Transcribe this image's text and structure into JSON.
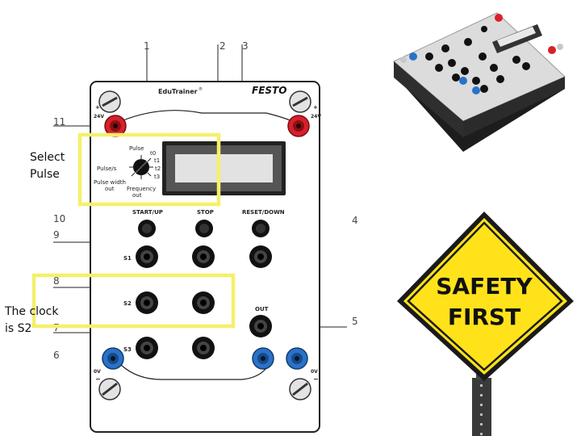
{
  "panel": {
    "brand": "EduTrainer",
    "brand_mark": "®",
    "maker": "FESTO",
    "voltage_top": "24V",
    "voltage_bottom": "0V",
    "plus": "+",
    "minus": "−",
    "selector": {
      "pulse": "Pulse",
      "pulse_per_s": "Pulse/s",
      "pulse_width_out_1": "Pulse width",
      "pulse_width_out_2": "out",
      "frequency_out_1": "Frequency",
      "frequency_out_2": "out",
      "t0": "t0",
      "t1": "t1",
      "t2": "t2",
      "t3": "t3"
    },
    "buttons": {
      "start": "START/UP",
      "stop": "STOP",
      "reset": "RESET/DOWN"
    },
    "sockets": {
      "s1": "S1",
      "s2": "S2",
      "s3": "S3",
      "out": "OUT"
    }
  },
  "callouts": {
    "n1": "1",
    "n2": "2",
    "n3": "3",
    "n4": "4",
    "n5": "5",
    "n6": "6",
    "n7": "7",
    "n8": "8",
    "n9": "9",
    "n10": "10",
    "n11": "11"
  },
  "annotations": {
    "select_line1": "Select",
    "select_line2": "Pulse",
    "clock_line1": "The clock",
    "clock_line2": "is S2"
  },
  "sign": {
    "line1": "SAFETY",
    "line2": "FIRST"
  },
  "colors": {
    "highlight": "#f5f06a",
    "red_socket": "#d8202a",
    "blue_socket": "#2a72c8",
    "sign_yellow": "#ffe21a",
    "panel_border": "#222222"
  }
}
